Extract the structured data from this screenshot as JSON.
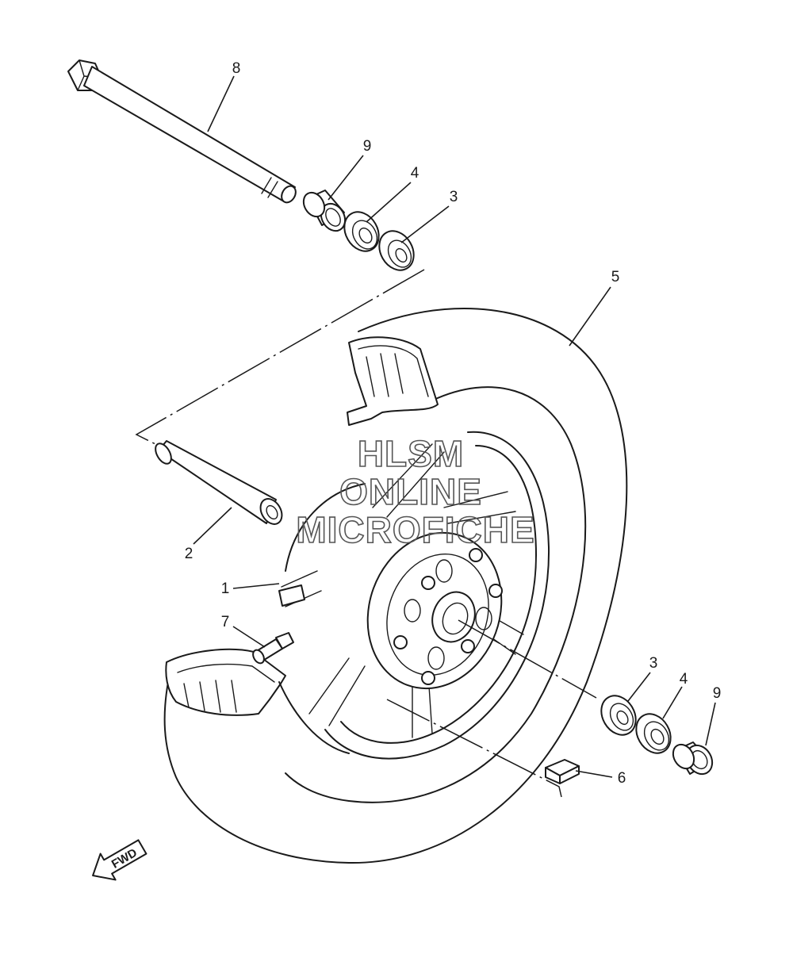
{
  "callouts": {
    "c8": "8",
    "c9a": "9",
    "c4a": "4",
    "c3a": "3",
    "c5": "5",
    "c2": "2",
    "c1": "1",
    "c7": "7",
    "c3b": "3",
    "c4b": "4",
    "c9b": "9",
    "c6": "6"
  },
  "watermark": {
    "line1": "HLSM",
    "line2": "ONLINE",
    "line3": "MICROFICHE"
  },
  "direction_label": "FWD"
}
